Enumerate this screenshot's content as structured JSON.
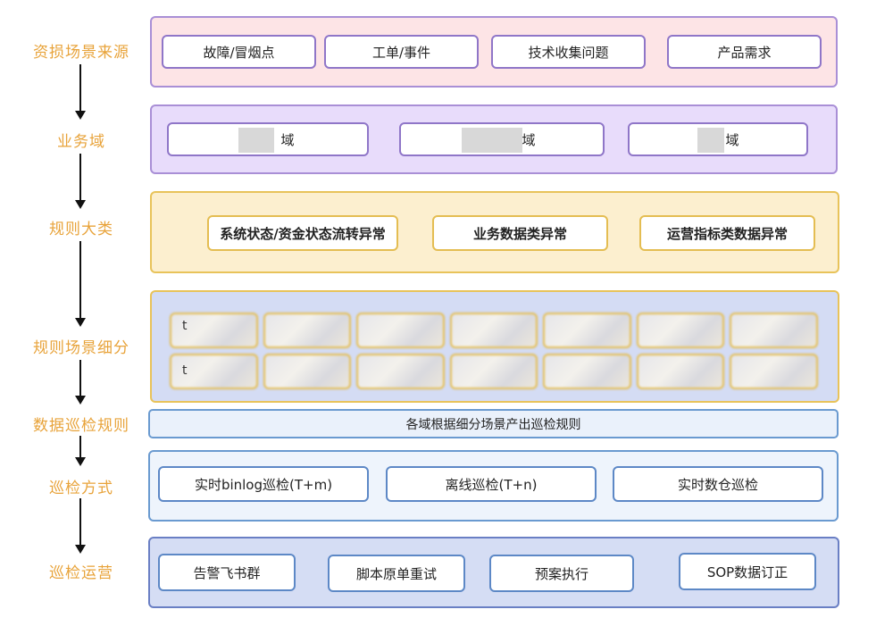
{
  "steps": [
    {
      "label": "资损场景来源"
    },
    {
      "label": "业务域"
    },
    {
      "label": "规则大类"
    },
    {
      "label": "规则场景细分"
    },
    {
      "label": "数据巡检规则"
    },
    {
      "label": "巡检方式"
    },
    {
      "label": "巡检运营"
    }
  ],
  "source": {
    "items": [
      "故障/冒烟点",
      "工单/事件",
      "技术收集问题",
      "产品需求"
    ]
  },
  "domain": {
    "items": [
      "域",
      "域",
      "域"
    ]
  },
  "category": {
    "items": [
      "系统状态/资金状态流转异常",
      "业务数据类异常",
      "运营指标类数据异常"
    ]
  },
  "scene": {
    "visible_chars": [
      "t",
      "t"
    ]
  },
  "rule": {
    "text": "各域根据细分场景产出巡检规则"
  },
  "method": {
    "items": [
      "实时binlog巡检(T+m)",
      "离线巡检(T+n)",
      "实时数仓巡检"
    ]
  },
  "ops": {
    "items": [
      "告警飞书群",
      "脚本原单重试",
      "预案执行",
      "SOP数据订正"
    ]
  },
  "colors": {
    "label": "#e8a33a",
    "arrow": "#111111"
  }
}
